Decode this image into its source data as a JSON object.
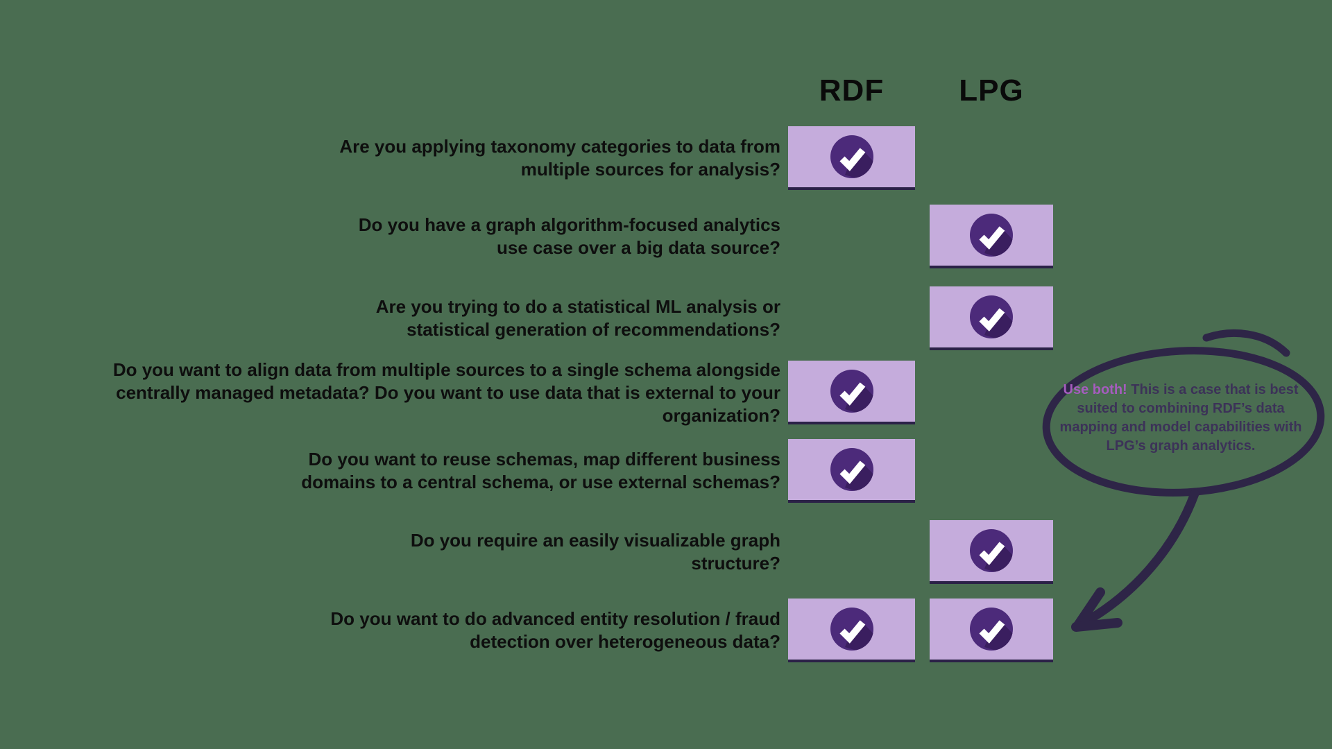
{
  "page": {
    "background_color": "#4a6d51",
    "cell_color": "#c5acdc",
    "check_circle_color": "#4c2a7a",
    "check_shadow_color": "#3a1e5f",
    "annotation_stroke_color": "#2e2547"
  },
  "table": {
    "columns": [
      {
        "id": "rdf",
        "label": "RDF"
      },
      {
        "id": "lpg",
        "label": "LPG"
      }
    ],
    "rows": [
      {
        "question": "Are you applying taxonomy categories to data from multiple sources for analysis?",
        "rdf": true,
        "lpg": false
      },
      {
        "question": "Do you have a graph algorithm-focused analytics use case over a big data source?",
        "rdf": false,
        "lpg": true
      },
      {
        "question": "Are you trying to do a statistical ML analysis or statistical generation of recommendations?",
        "rdf": false,
        "lpg": true
      },
      {
        "question": "Do you want to align data from multiple sources to a single schema alongside centrally managed metadata? Do you want to use data that is external to your organization?",
        "rdf": true,
        "lpg": false
      },
      {
        "question": "Do you want to reuse schemas, map different business domains to a central schema, or use external schemas?",
        "rdf": true,
        "lpg": false
      },
      {
        "question": "Do you require an easily visualizable graph structure?",
        "rdf": false,
        "lpg": true
      },
      {
        "question": "Do you want to do advanced entity resolution / fraud detection over heterogeneous data?",
        "rdf": true,
        "lpg": true
      }
    ]
  },
  "annotation": {
    "highlight": "Use both!",
    "text": " This is a case that is best suited to combining RDF’s data mapping and model capabilities with LPG’s graph analytics.",
    "highlight_color": "#a55cbe",
    "text_color": "#3c3258"
  }
}
